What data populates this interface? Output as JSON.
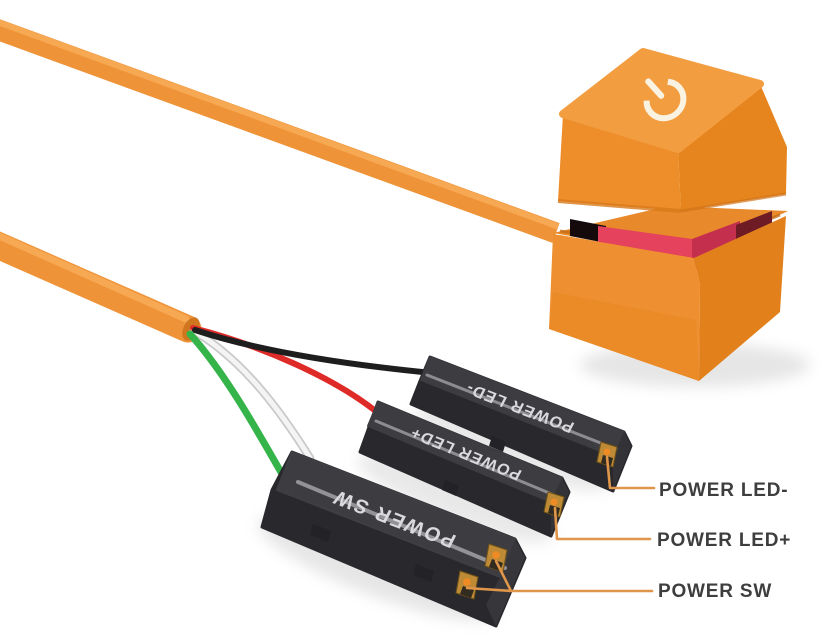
{
  "product": {
    "kind_icon": "power-icon",
    "button": {
      "keycap_color": "#F39D41",
      "switch_color": "#E4425D",
      "base_color": "#EE9031"
    },
    "cable_color": "#EF9338"
  },
  "connectors": [
    {
      "label": "POWER LED-",
      "pins": 1
    },
    {
      "label": "POWER LED+",
      "pins": 1
    },
    {
      "label": "POWER SW",
      "pins": 2
    }
  ],
  "wires": [
    {
      "name": "black",
      "color": "#1E1E1E",
      "connects_to": "POWER LED-"
    },
    {
      "name": "red",
      "color": "#DF2B28",
      "connects_to": "POWER LED+"
    },
    {
      "name": "white",
      "color": "#F4F4F4",
      "connects_to": "POWER SW"
    },
    {
      "name": "green",
      "color": "#35B44A",
      "connects_to": "POWER SW"
    }
  ],
  "annotations": {
    "led_minus": "POWER LED-",
    "led_plus": "POWER LED+",
    "sw": "POWER SW"
  },
  "colors": {
    "background": "#FFFFFF",
    "cable_orange": "#EF9338",
    "cable_shadow": "#D87818",
    "cable_highlight": "#F8AB55",
    "keycap_top": "#F39D41",
    "keycap_left": "#ED8E2B",
    "keycap_right": "#E6851D",
    "base_left": "#EE9031",
    "base_right": "#E2811C",
    "base_top": "#E8892B",
    "switch_pink": "#E4425D",
    "switch_pink_dark": "#C52F4E",
    "switch_maroon": "#6E1B26",
    "switch_housing_black": "#140A0C",
    "power_glyph": "#FBF3E2",
    "connector_top": "#3C3C41",
    "connector_body": "#29292D",
    "connector_end": "#323237",
    "connector_stripe": "#9B9B9F",
    "connector_text": "#DADADC",
    "pin_gold": "#BE8A35",
    "pin_dot": "#F08A25",
    "wire_red": "#DF2B28",
    "wire_black": "#1E1E1E",
    "wire_white": "#F4F4F4",
    "wire_white_edge": "#C9C9C9",
    "wire_green": "#35B44A",
    "leader_line": "#E0964A",
    "label_text": "#3E3E3E"
  }
}
